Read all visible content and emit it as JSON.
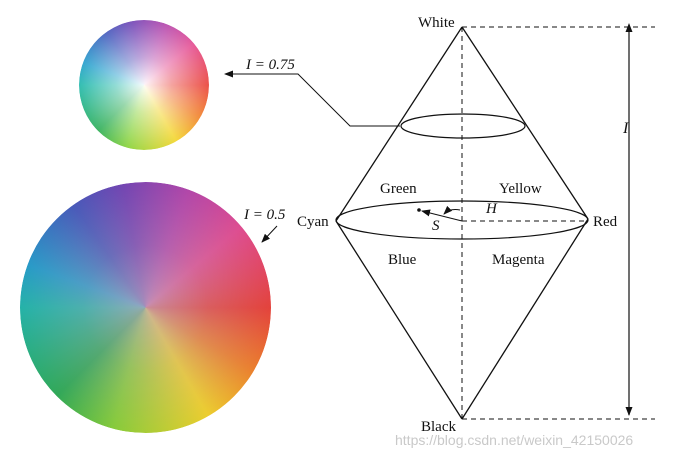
{
  "labels": {
    "white": "White",
    "black": "Black",
    "cyan": "Cyan",
    "red": "Red",
    "green": "Green",
    "yellow": "Yellow",
    "blue": "Blue",
    "magenta": "Magenta",
    "hue_symbol": "H",
    "saturation_symbol": "S",
    "intensity_axis": "I"
  },
  "slices": [
    {
      "label": "I = 0.75",
      "intensity": 0.75
    },
    {
      "label": "I = 0.5",
      "intensity": 0.5
    }
  ],
  "watermark": "https://blog.csdn.net/weixin_42150026",
  "colors": {
    "line": "#111111",
    "red": "#e8352b",
    "yellow": "#f2d21c",
    "green": "#1fa84a",
    "cyan": "#11b3a5",
    "blue": "#3a4fb8",
    "magenta": "#e2408a"
  }
}
